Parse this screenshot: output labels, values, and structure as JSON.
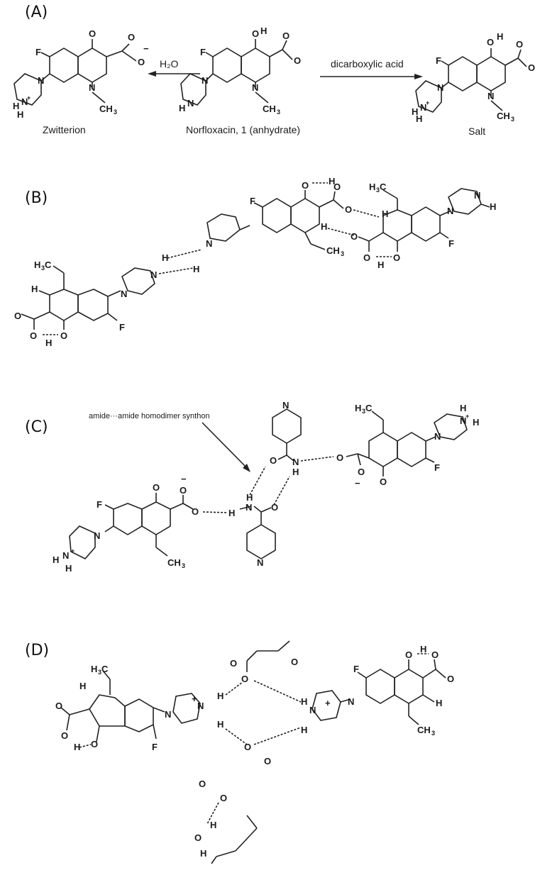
{
  "panels": [
    {
      "label": "(A)",
      "reagents": {
        "left_arrow": "H₂O",
        "right_arrow": "dicarboxylic acid"
      },
      "captions": {
        "left": "Zwitterion",
        "center": "Norfloxacin, 1 (anhydrate)",
        "right": "Salt"
      },
      "atoms": {
        "F": "F",
        "O": "O",
        "N": "N",
        "H": "H",
        "CH3": "CH₃",
        "minus": "−",
        "plus": "+"
      }
    },
    {
      "label": "(B)",
      "atoms": {
        "F": "F",
        "O": "O",
        "N": "N",
        "H": "H",
        "CH3": "CH₃",
        "H3C": "H₃C"
      }
    },
    {
      "label": "(C)",
      "annotation": "amide···amide homodimer synthon",
      "atoms": {
        "F": "F",
        "O": "O",
        "N": "N",
        "H": "H",
        "CH3": "CH₃",
        "H3C": "H₃C",
        "minus": "−",
        "plus": "+"
      }
    },
    {
      "label": "(D)",
      "atoms": {
        "F": "F",
        "O": "O",
        "N": "N",
        "H": "H",
        "CH3": "CH₃",
        "H3C": "H₃C",
        "plus": "+"
      }
    }
  ]
}
